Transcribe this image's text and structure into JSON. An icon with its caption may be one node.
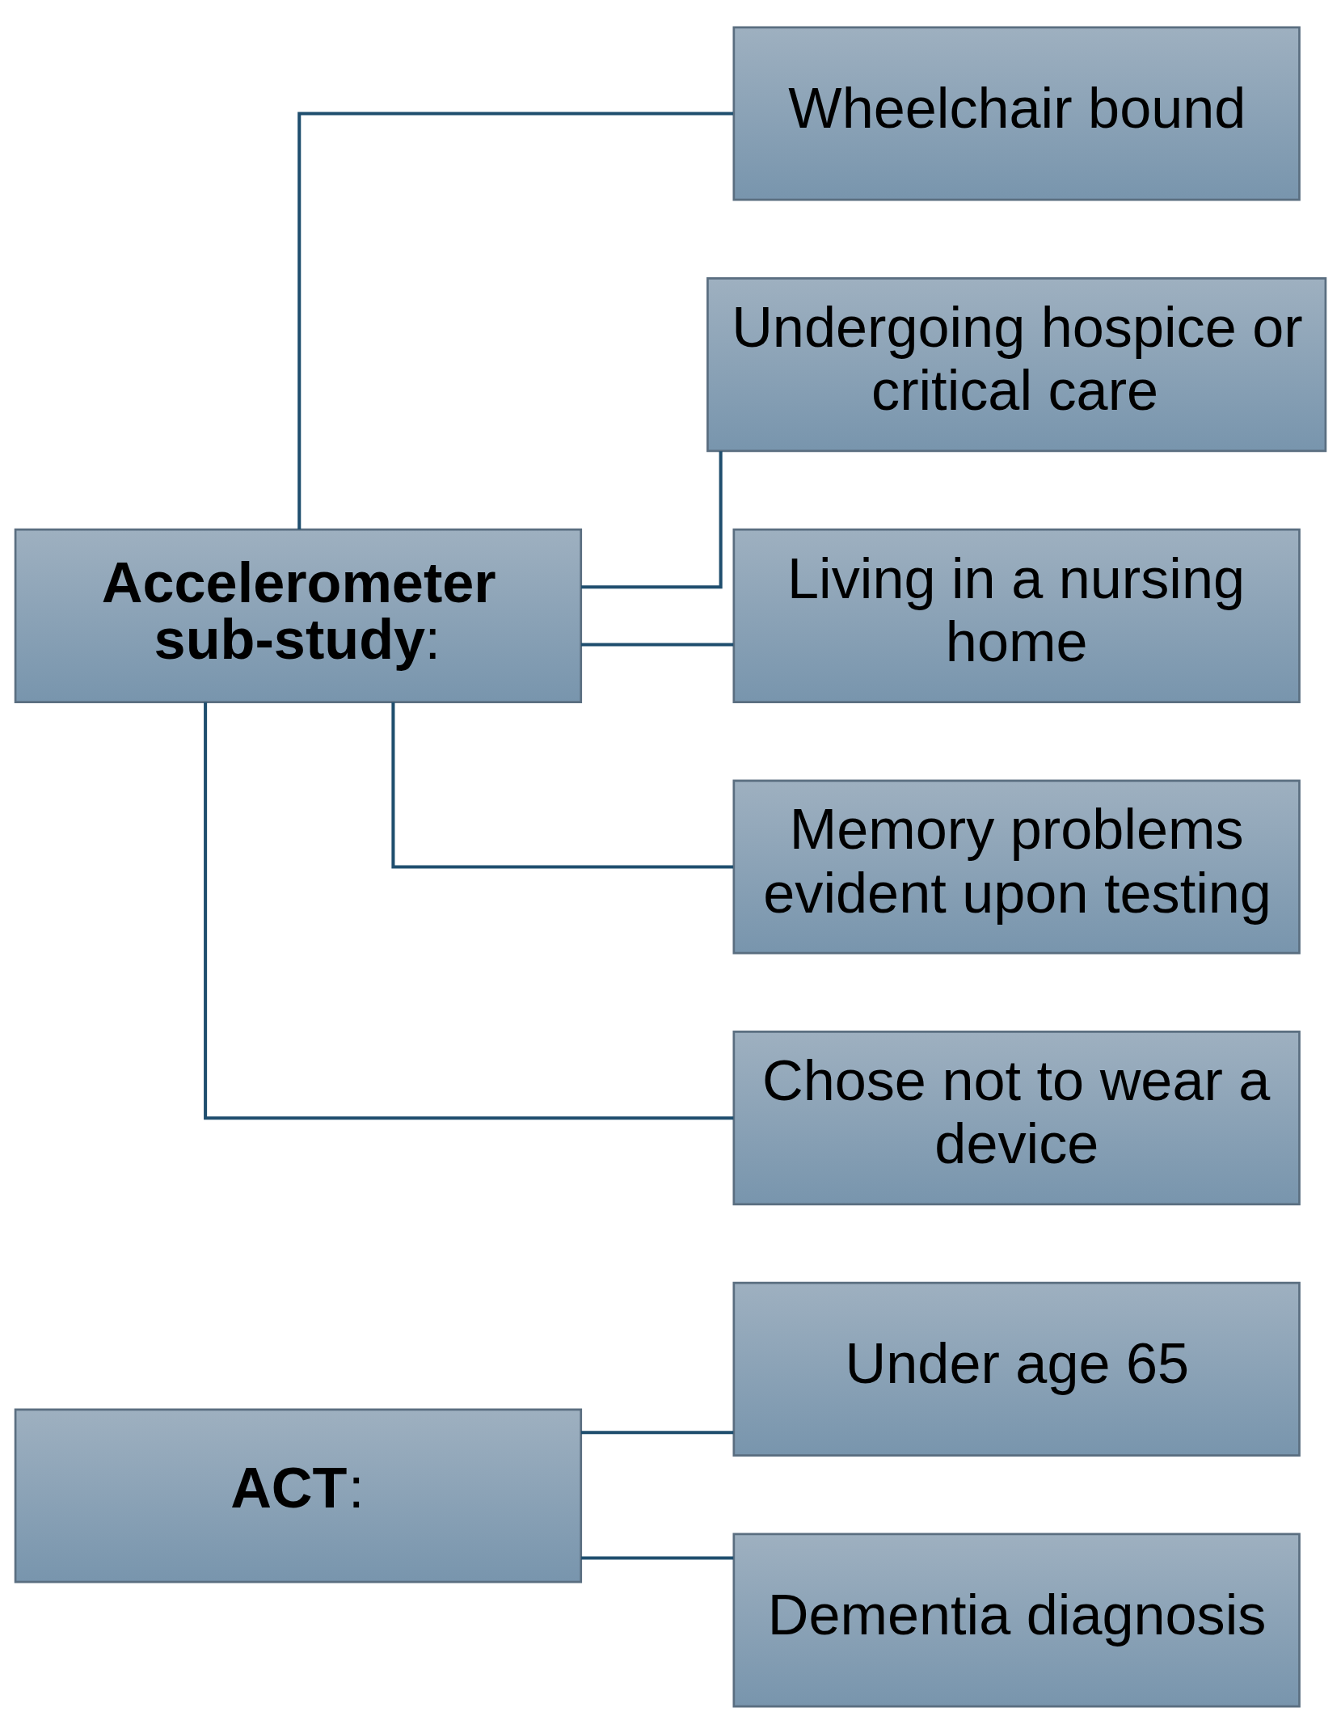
{
  "diagram": {
    "nodes": [
      {
        "text": [
          "**ACT**:"
        ]
      },
      {
        "text": [
          "Under age 65"
        ]
      },
      {
        "text": [
          "Dementia diagnosis"
        ]
      },
      {
        "text": [
          "**Accelerometer sub-study**:"
        ]
      },
      {
        "text": [
          "Wheelchair bound"
        ]
      },
      {
        "text": [
          "Undergoing hospice or critical care"
        ]
      },
      {
        "text": [
          "Living in a nursing home"
        ]
      },
      {
        "text": [
          "Memory problems evident upon testing"
        ]
      },
      {
        "text": [
          "Chose not to wear a device"
        ]
      }
    ],
    "edges": [
      {
        "from": 0,
        "to": 1,
        "arrow": "none"
      },
      {
        "from": 0,
        "to": 2,
        "arrow": "none"
      },
      {
        "from": 3,
        "to": 4,
        "arrow": "none"
      },
      {
        "from": 3,
        "to": 5,
        "arrow": "none"
      },
      {
        "from": 3,
        "to": 6,
        "arrow": "none"
      },
      {
        "from": 3,
        "to": 7,
        "arrow": "none"
      },
      {
        "from": 3,
        "to": 8,
        "arrow": "none"
      }
    ]
  }
}
